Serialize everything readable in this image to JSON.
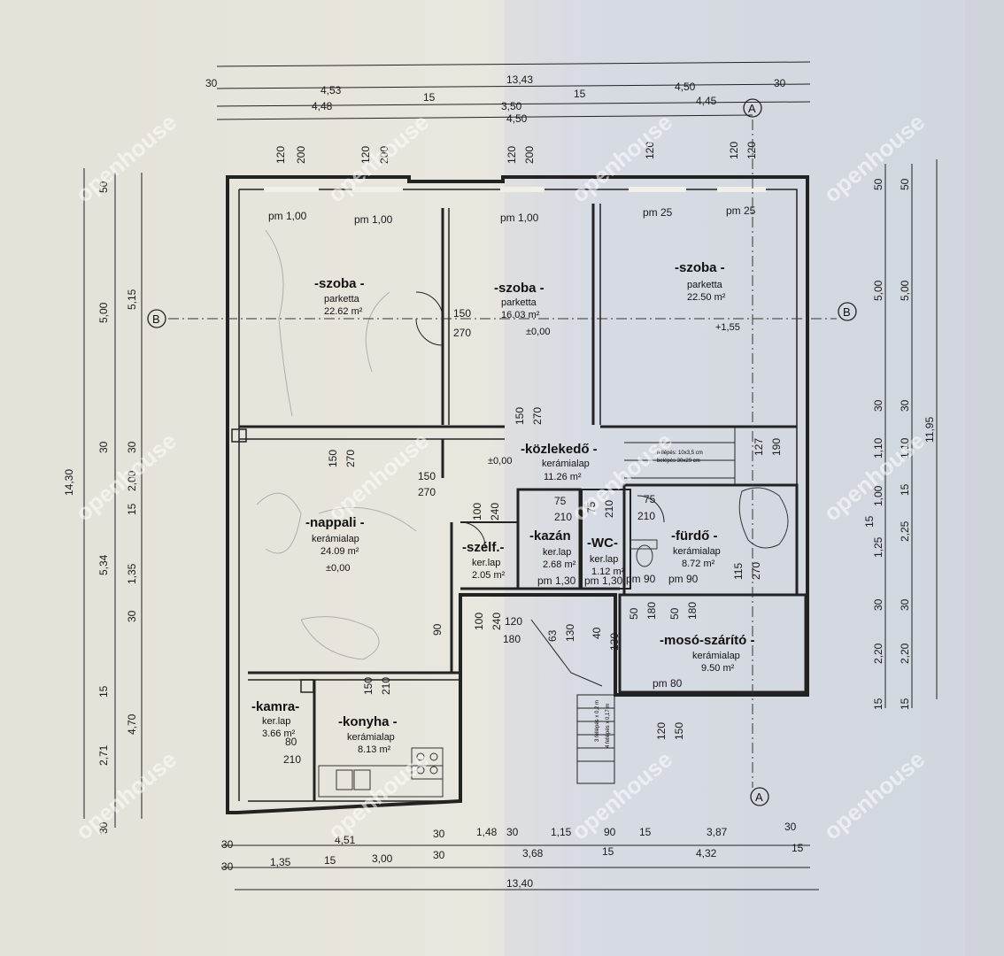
{
  "watermark": "openhouse",
  "axes": {
    "a": "A",
    "b": "B"
  },
  "top_dims": {
    "row1": [
      "13,43"
    ],
    "row2": [
      "30",
      "4,53",
      "15",
      "3,50",
      "15",
      "4,50",
      "30"
    ],
    "row3": [
      "4,48",
      "4,50",
      "4,45"
    ]
  },
  "bottom_dims": {
    "row1": [
      "30",
      "4,51",
      "30",
      "1,48",
      "30",
      "1,15",
      "90",
      "15",
      "3,87",
      "30"
    ],
    "row2": [
      "30",
      "1,35",
      "15",
      "3,00",
      "30",
      "3,68",
      "15",
      "4,32",
      "15"
    ],
    "row3": [
      "13,40"
    ]
  },
  "left_dims": {
    "outer": [
      "14,30"
    ],
    "mid": [
      "5,15",
      "30",
      "2,00",
      "15",
      "1,35",
      "30",
      "4,70"
    ],
    "inner": [
      "50",
      "5,00",
      "30",
      "5,34",
      "15",
      "2,71",
      "30"
    ]
  },
  "right_dims": {
    "inner": [
      "50",
      "5,00",
      "30",
      "1,10",
      "1,00",
      "15",
      "1,25",
      "30",
      "2,20",
      "15"
    ],
    "mid": [
      "50",
      "5,00",
      "30",
      "1,10",
      "15",
      "2,25",
      "30",
      "2,20",
      "15"
    ],
    "outer": [
      "11,95"
    ]
  },
  "rooms": [
    {
      "name": "-szoba -",
      "floor": "parketta",
      "area": "22.62 m²"
    },
    {
      "name": "-szoba -",
      "floor": "parketta",
      "area": "16.03 m²"
    },
    {
      "name": "-szoba -",
      "floor": "parketta",
      "area": "22.50 m²"
    },
    {
      "name": "-közlekedő -",
      "floor": "kerámialap",
      "area": "11.26 m²"
    },
    {
      "name": "-nappali -",
      "floor": "kerámialap",
      "area": "24.09 m²"
    },
    {
      "name": "-szélf.-",
      "floor": "ker.lap",
      "area": "2.05 m²"
    },
    {
      "name": "-kazán",
      "floor": "ker.lap",
      "area": "2.68 m²"
    },
    {
      "name": "-WC-",
      "floor": "ker.lap",
      "area": "1.12 m²"
    },
    {
      "name": "-fürdő -",
      "floor": "kerámialap",
      "area": "8.72 m²"
    },
    {
      "name": "-mosó-szárító -",
      "floor": "kerámialap",
      "area": "9.50 m²"
    },
    {
      "name": "-kamra-",
      "floor": "ker.lap",
      "area": "3.66 m²"
    },
    {
      "name": "-konyha -",
      "floor": "kerámialap",
      "area": "8.13 m²"
    }
  ],
  "levels": {
    "l1": "±0,00",
    "l2": "+1,55",
    "l3": "±0,00",
    "l4": "±0,00"
  },
  "window_labels": [
    "pm 1,00",
    "pm 1,00",
    "pm 1,00",
    "pm 25",
    "pm 25",
    "pm 1,30",
    "pm 1,30",
    "pm 90",
    "pm 90",
    "pm 80"
  ],
  "opening_dims": {
    "top_win": [
      "120",
      "200",
      "120",
      "200",
      "120",
      "200",
      "120",
      "120",
      "120"
    ],
    "doors": [
      "150",
      "270",
      "150",
      "270",
      "150",
      "270",
      "150",
      "270",
      "127",
      "190",
      "100",
      "240",
      "75",
      "210",
      "75",
      "210",
      "75",
      "210",
      "115",
      "270",
      "100",
      "240",
      "120",
      "180",
      "63",
      "130",
      "40",
      "130",
      "50",
      "180",
      "50",
      "180",
      "90",
      "150",
      "210",
      "80",
      "210",
      "120",
      "150"
    ]
  },
  "stair_notes": [
    "fellépés: 10x3,5 cm",
    "belépés 30x29 cm",
    "3 fellépés x 0,2 m",
    "4 fellépés x 0,17 m"
  ]
}
